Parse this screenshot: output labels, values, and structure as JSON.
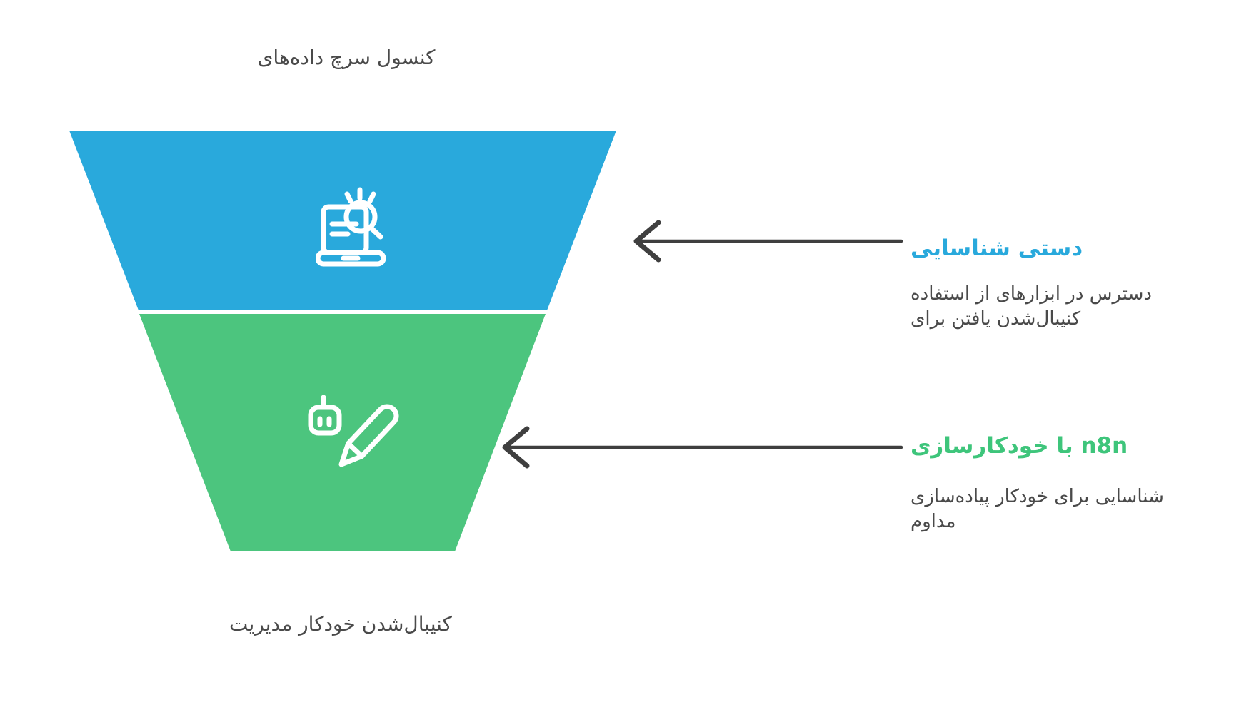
{
  "funnel": {
    "top_label": "داده‌های سرچ کنسول",
    "bottom_label": "مدیریت خودکار کنیبال‌شدن",
    "segments": [
      {
        "id": "manual-identification",
        "color": "#29A9DC",
        "icon": "laptop-search-icon"
      },
      {
        "id": "automated-identification",
        "color": "#4CC57E",
        "icon": "robot-pencil-icon"
      }
    ]
  },
  "callouts": [
    {
      "heading": "شناسایی دستی",
      "heading_color": "#29A9DC",
      "description": "استفاده از ابزارهای در دسترس برای یافتن کنیبال‌شدن"
    },
    {
      "heading": "خودکارسازی با n8n",
      "heading_color": "#3EC57B",
      "description": "پیاده‌سازی خودکار برای شناسایی مداوم"
    }
  ],
  "colors": {
    "background": "#FFFFFF",
    "funnel_top": "#29A9DC",
    "funnel_bottom": "#4CC57E",
    "text": "#4A4A4A",
    "arrow": "#3F3F3F",
    "icon_stroke": "#FFFFFF"
  }
}
